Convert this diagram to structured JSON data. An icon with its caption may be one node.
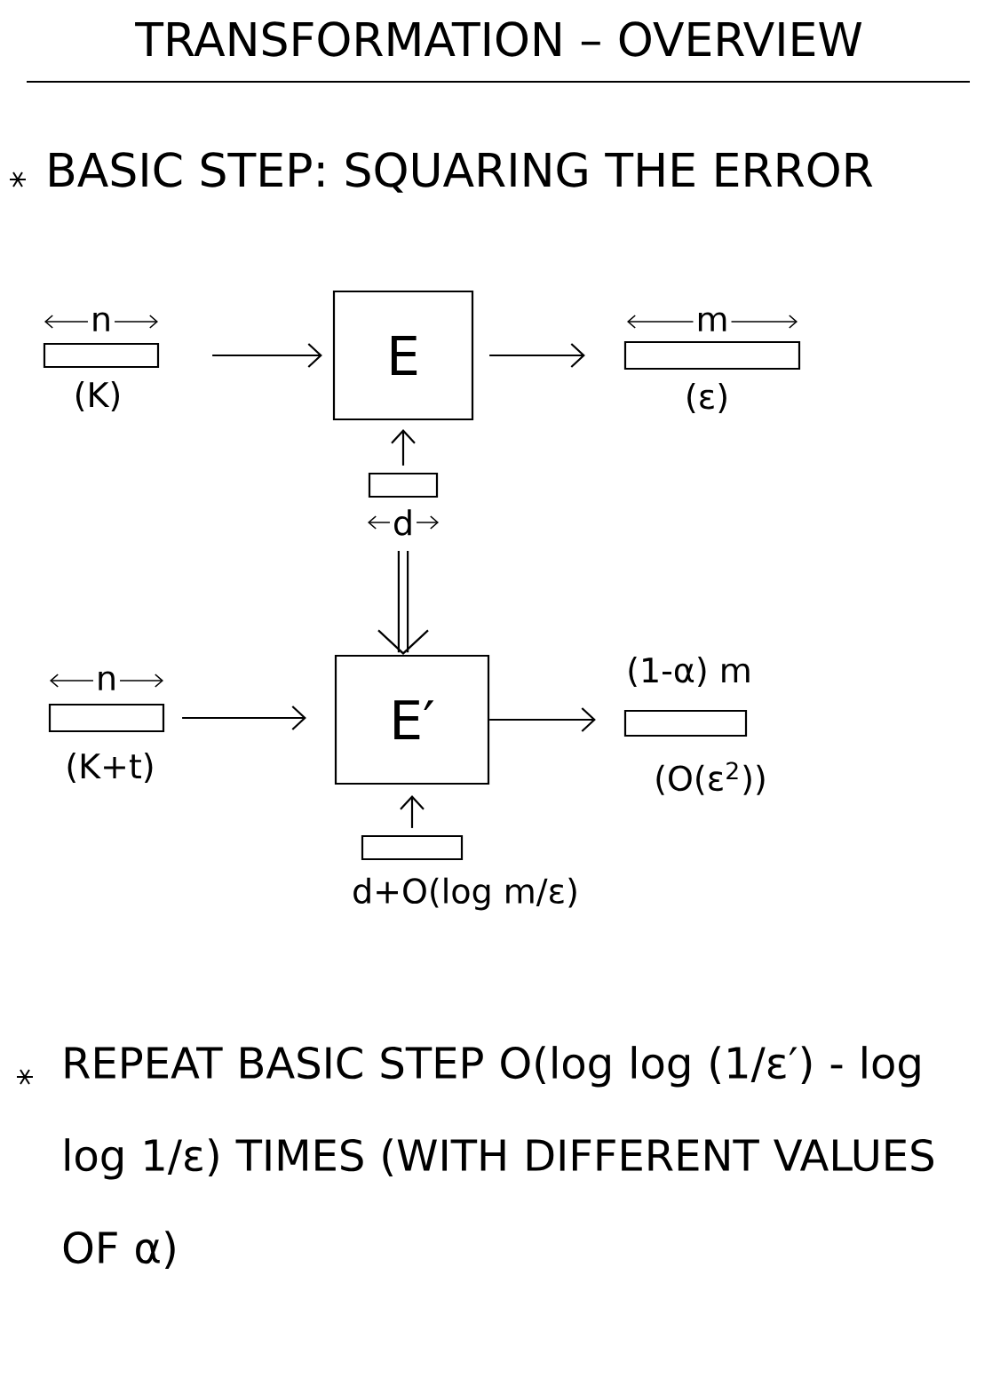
{
  "diagram": {
    "title": "TRANSFORMATION – OVERVIEW",
    "nodes": [
      {
        "text": [],
        "shape": "bar",
        "beside": [
          "n",
          "(K)"
        ]
      },
      {
        "text": [
          "E"
        ]
      },
      {
        "text": [],
        "shape": "bar",
        "beside": [
          "m",
          "(ε)"
        ]
      },
      {
        "text": [],
        "shape": "bar",
        "beside": [
          "d"
        ]
      },
      {
        "text": [],
        "shape": "bar",
        "beside": [
          "n",
          "(K+t)"
        ]
      },
      {
        "text": [
          "E′"
        ]
      },
      {
        "text": [],
        "shape": "bar",
        "beside": [
          "(1-α) m",
          "(O(ε$^{2}$))"
        ]
      },
      {
        "text": [],
        "shape": "bar",
        "beside": [
          "d+O(log m/ε)"
        ]
      }
    ],
    "edges": [
      {
        "from": 0,
        "to": 1,
        "arrow": "to"
      },
      {
        "from": 1,
        "to": 2,
        "arrow": "to"
      },
      {
        "from": 3,
        "to": 1,
        "arrow": "to"
      },
      {
        "from": 3,
        "to": 5,
        "arrow": "to",
        "style": "thick"
      },
      {
        "from": 4,
        "to": 5,
        "arrow": "to"
      },
      {
        "from": 5,
        "to": 6,
        "arrow": "to"
      },
      {
        "from": 7,
        "to": 5,
        "arrow": "to"
      }
    ],
    "labels": [
      "BASIC STEP: SQUARING THE ERROR",
      "REPEAT BASIC STEP O(log log (1/ε′) - log log 1/ε) TIMES (WITH DIFFERENT VALUES OF α)"
    ]
  }
}
